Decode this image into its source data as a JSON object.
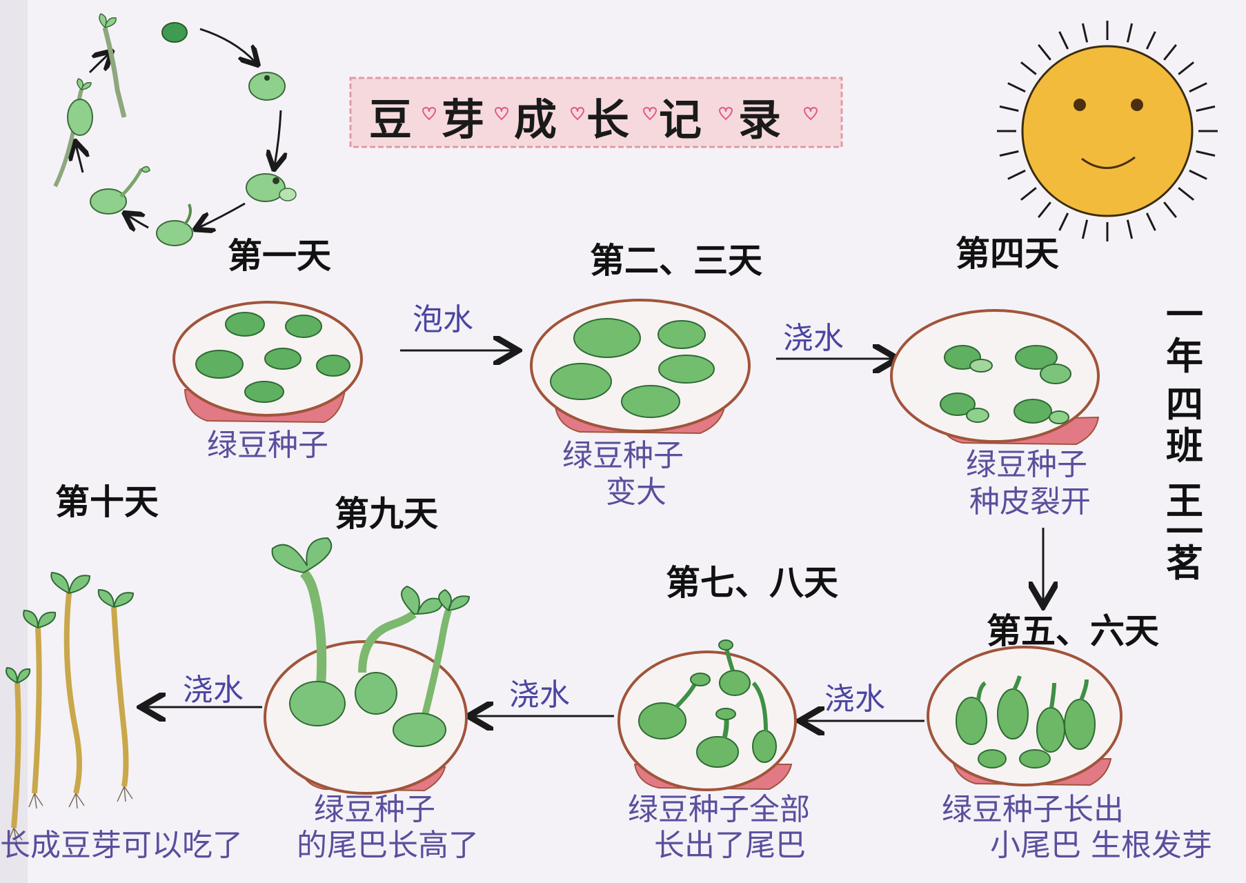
{
  "title": {
    "chars": [
      "豆",
      "芽",
      "成",
      "长",
      "记",
      "录"
    ]
  },
  "author": [
    "一",
    "年",
    "四",
    "班",
    "王",
    "一",
    "茗"
  ],
  "stages": {
    "day1": {
      "label": "第一天",
      "caption": [
        "绿豆种子"
      ]
    },
    "day23": {
      "label": "第二、三天",
      "caption": [
        "绿豆种子",
        "变大"
      ]
    },
    "day4": {
      "label": "第四天",
      "caption": [
        "绿豆种子",
        "种皮裂开"
      ]
    },
    "day56": {
      "label": "第五、六天",
      "caption": [
        "绿豆种子长出",
        "小尾巴 生根发芽"
      ]
    },
    "day78": {
      "label": "第七、八天",
      "caption": [
        "绿豆种子全部",
        "长出了尾巴"
      ]
    },
    "day9": {
      "label": "第九天",
      "caption": [
        "绿豆种子",
        "的尾巴长高了"
      ]
    },
    "day10": {
      "label": "第十天",
      "caption": [
        "长成豆芽可以吃了"
      ]
    }
  },
  "actions": {
    "a1": "泡水",
    "a2": "浇水",
    "a3": "浇水",
    "a4": "浇水",
    "a5": "浇水"
  },
  "colors": {
    "paper": "#f3f1f6",
    "bean": "#7cc47c",
    "bean_dark": "#3f8f45",
    "bowl_rim": "#a0543a",
    "bowl_base": "#e27a86",
    "sun": "#f3bb3c",
    "ink_caption": "#5a4f9c"
  },
  "icons": [
    "sun-icon",
    "life-cycle-diagram",
    "arrow-icon",
    "bowl-icon",
    "sprout-icon"
  ]
}
